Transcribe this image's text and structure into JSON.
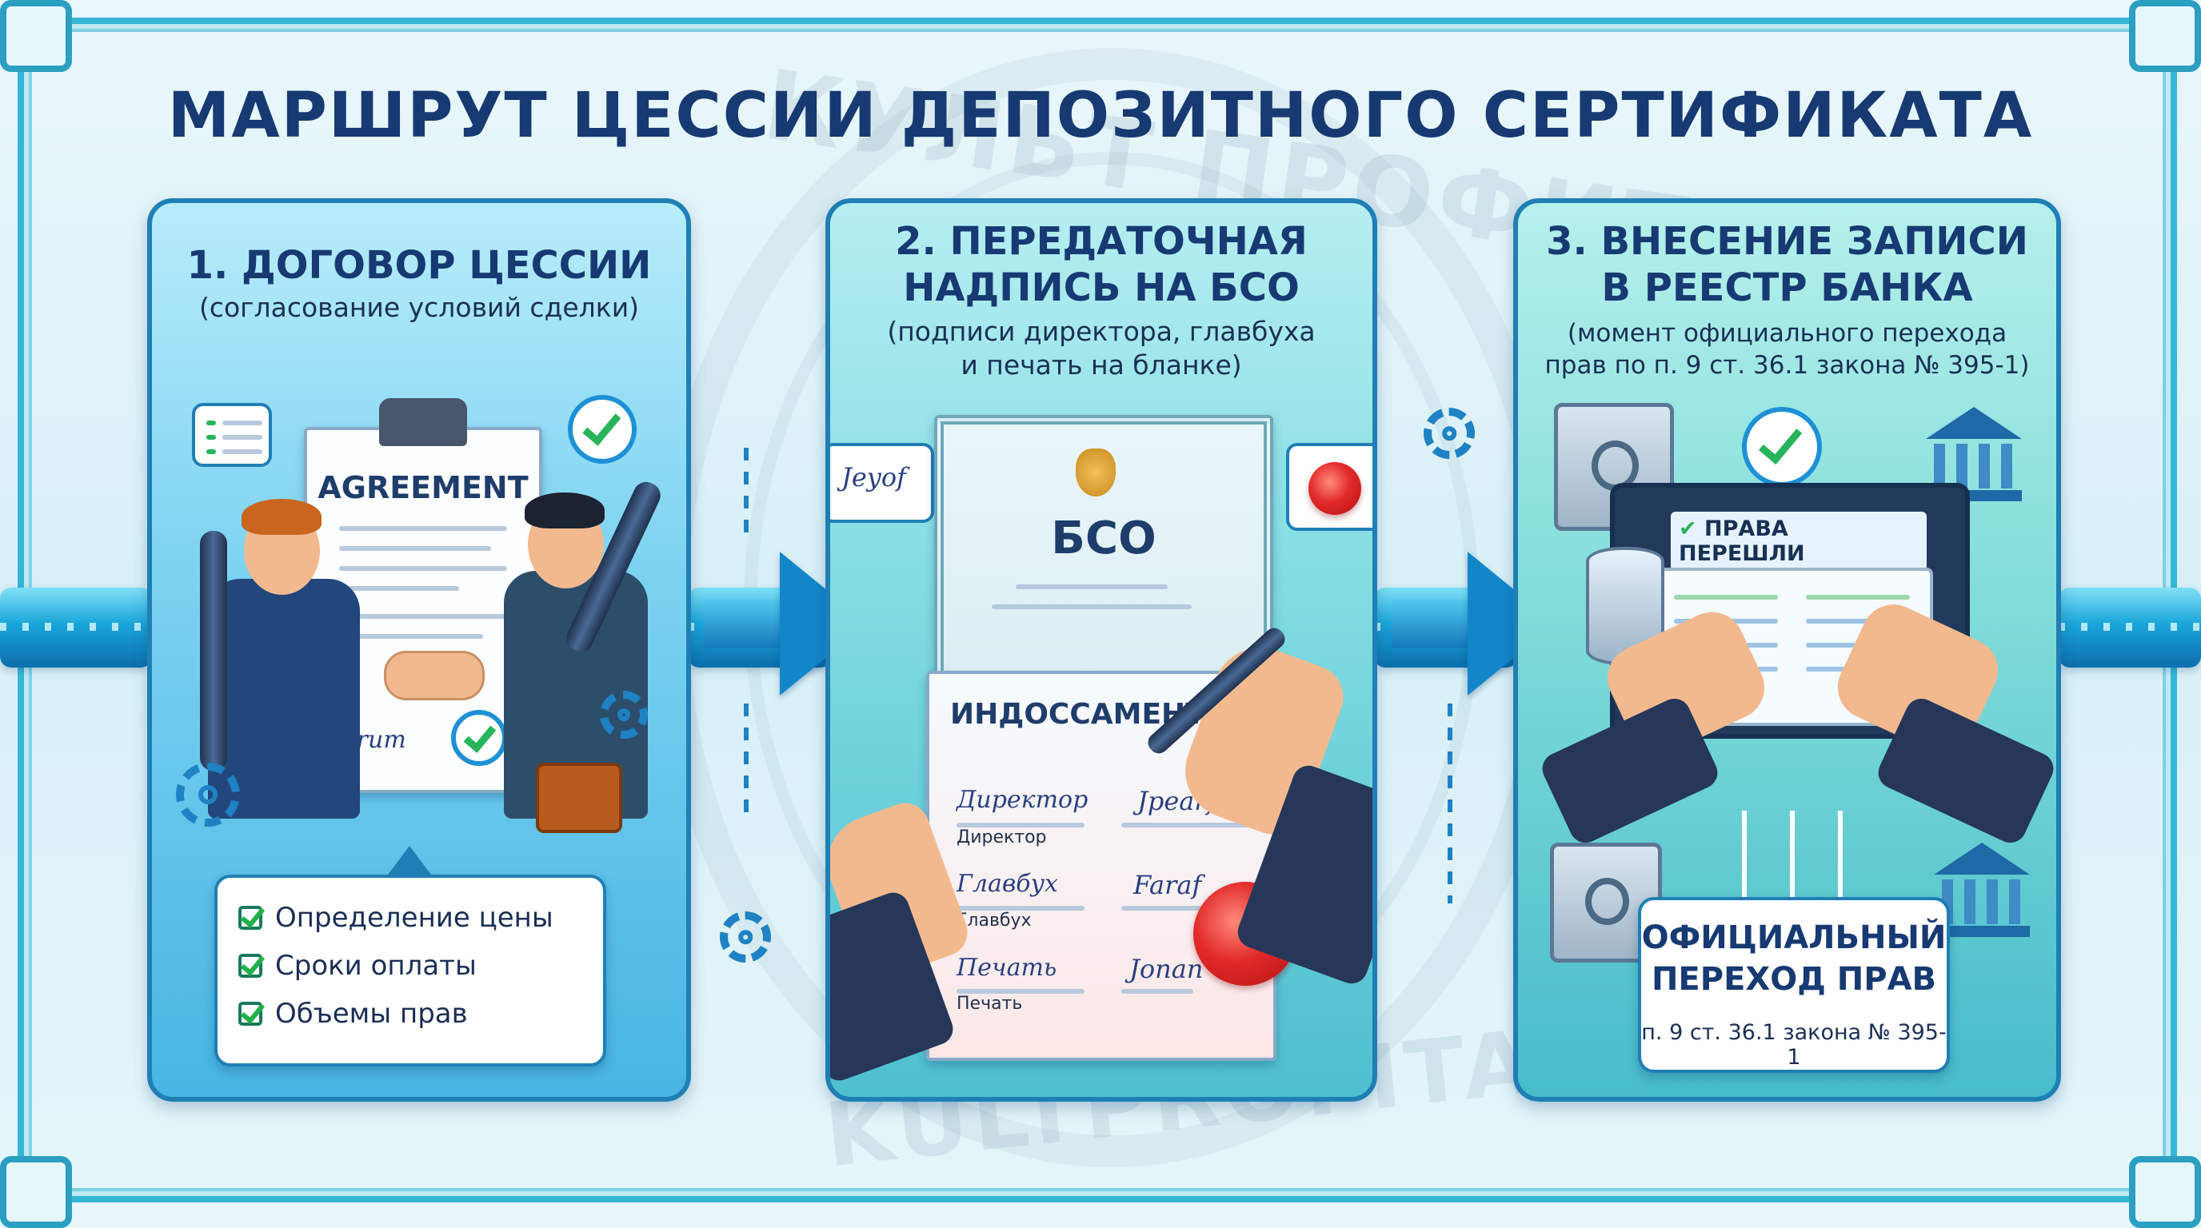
{
  "title": "МАРШРУТ ЦЕССИИ ДЕПОЗИТНОГО СЕРТИФИКАТА",
  "watermark": {
    "top": "КУЛЬТ ПРОФИТА",
    "bottom": "KULTPROFITA"
  },
  "steps": [
    {
      "heading": "1. ДОГОВОР ЦЕССИИ",
      "subtitle": "(согласование условий сделки)",
      "document_title": "AGREEMENT",
      "signature": "Arum",
      "checklist": [
        "Определение цены",
        "Сроки оплаты",
        "Объемы прав"
      ]
    },
    {
      "heading_line1": "2. ПЕРЕДАТОЧНАЯ",
      "heading_line2": "НАДПИСЬ НА БСО",
      "subtitle_line1": "(подписи директора, главбуха",
      "subtitle_line2": "и печать на бланке)",
      "bso_label": "БСО",
      "endorsement_title": "ИНДОССАМЕНТ",
      "bubble_signature": "Jeyof",
      "signature_rows": [
        {
          "script": "Директор",
          "label": "Директор",
          "sign": "Jpearf"
        },
        {
          "script": "Главбух",
          "label": "Главбух",
          "sign": "Faraf"
        },
        {
          "script": "Печать",
          "label": "Печать",
          "sign": "Jonan"
        }
      ]
    },
    {
      "heading_line1": "3. ВНЕСЕНИЕ ЗАПИСИ",
      "heading_line2": "В РЕЕСТР БАНКА",
      "subtitle_line1": "(момент официального перехода",
      "subtitle_line2": "прав по п. 9 ст. 36.1 закона № 395-1)",
      "screen_label": "ПРАВА ПЕРЕШЛИ",
      "result_line1": "ОФИЦИАЛЬНЫЙ",
      "result_line2": "ПЕРЕХОД ПРАВ",
      "result_ref": "п. 9 ст. 36.1 закона № 395-1"
    }
  ],
  "colors": {
    "title": "#173a73",
    "accent": "#1f7fb5",
    "check": "#21b04a",
    "seal": "#e22a2a"
  }
}
